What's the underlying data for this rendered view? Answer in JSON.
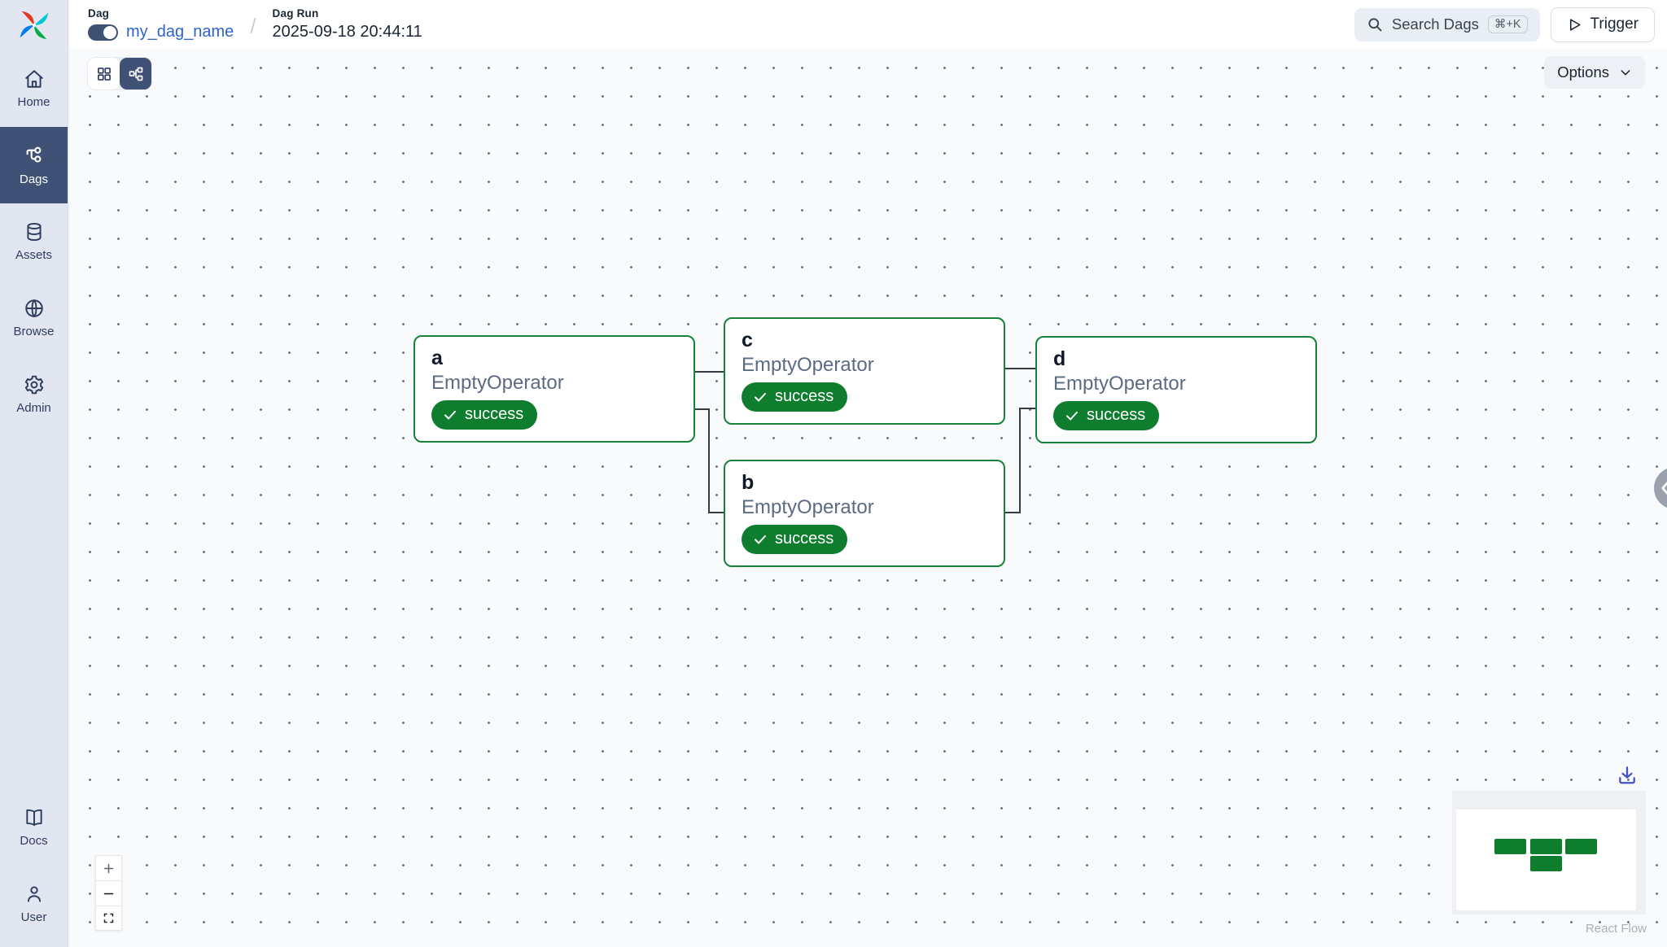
{
  "app": {
    "logo": "airflow-pinwheel-logo"
  },
  "sidebar": {
    "items": [
      {
        "label": "Home",
        "icon": "home-icon",
        "selected": false
      },
      {
        "label": "Dags",
        "icon": "dags-icon",
        "selected": true
      },
      {
        "label": "Assets",
        "icon": "assets-icon",
        "selected": false
      },
      {
        "label": "Browse",
        "icon": "browse-icon",
        "selected": false
      },
      {
        "label": "Admin",
        "icon": "admin-icon",
        "selected": false
      }
    ],
    "bottom_items": [
      {
        "label": "Docs",
        "icon": "docs-icon"
      },
      {
        "label": "User",
        "icon": "user-icon"
      }
    ]
  },
  "header": {
    "breadcrumb": {
      "dag_label": "Dag",
      "dag_toggle_on": true,
      "dag_name": "my_dag_name",
      "separator": "/",
      "run_label": "Dag Run",
      "run_timestamp": "2025-09-18 20:44:11"
    },
    "search": {
      "label": "Search Dags",
      "shortcut": "⌘+K"
    },
    "trigger_label": "Trigger"
  },
  "canvas": {
    "view_toggle": {
      "grid_view": "grid-view-icon",
      "graph_view": "graph-view-icon",
      "active": "graph"
    },
    "options_label": "Options",
    "nodes": [
      {
        "id": "a",
        "operator": "EmptyOperator",
        "state": "success"
      },
      {
        "id": "c",
        "operator": "EmptyOperator",
        "state": "success"
      },
      {
        "id": "b",
        "operator": "EmptyOperator",
        "state": "success"
      },
      {
        "id": "d",
        "operator": "EmptyOperator",
        "state": "success"
      }
    ],
    "edges": [
      [
        "a",
        "c"
      ],
      [
        "a",
        "b"
      ],
      [
        "c",
        "d"
      ],
      [
        "b",
        "d"
      ]
    ],
    "attribution": "React Flow",
    "colors": {
      "node_border": "#178239",
      "success_badge": "#0e7d2e",
      "sidebar_selected": "#3f5174",
      "download_icon": "#4450c8",
      "edge": "#343b44"
    }
  }
}
